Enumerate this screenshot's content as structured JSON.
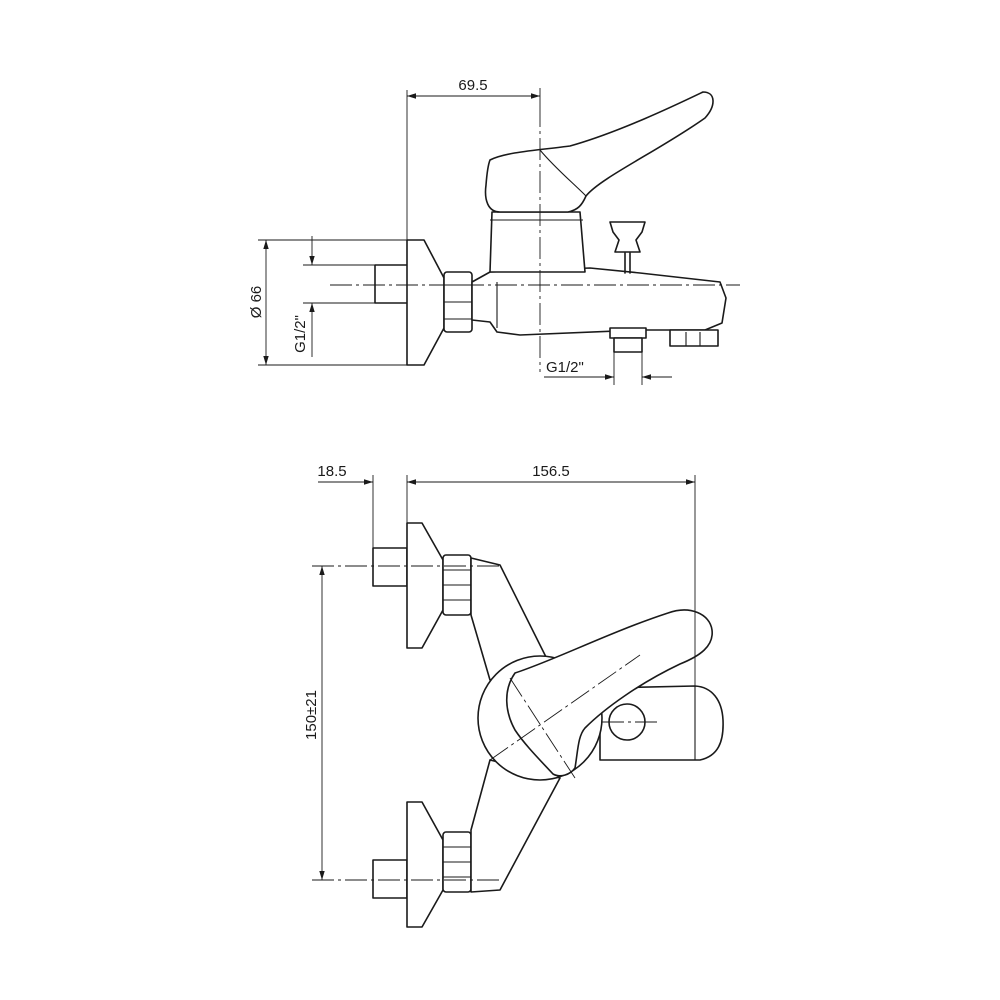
{
  "colors": {
    "line": "#1a1a1a",
    "background": "#ffffff"
  },
  "side_view": {
    "dim_top": "69.5",
    "dim_diameter": "Ø 66",
    "dim_inlet_thread": "G1/2\"",
    "dim_outlet_thread": "G1/2\""
  },
  "top_view": {
    "dim_offset": "18.5",
    "dim_width": "156.5",
    "dim_spacing": "150±21"
  }
}
